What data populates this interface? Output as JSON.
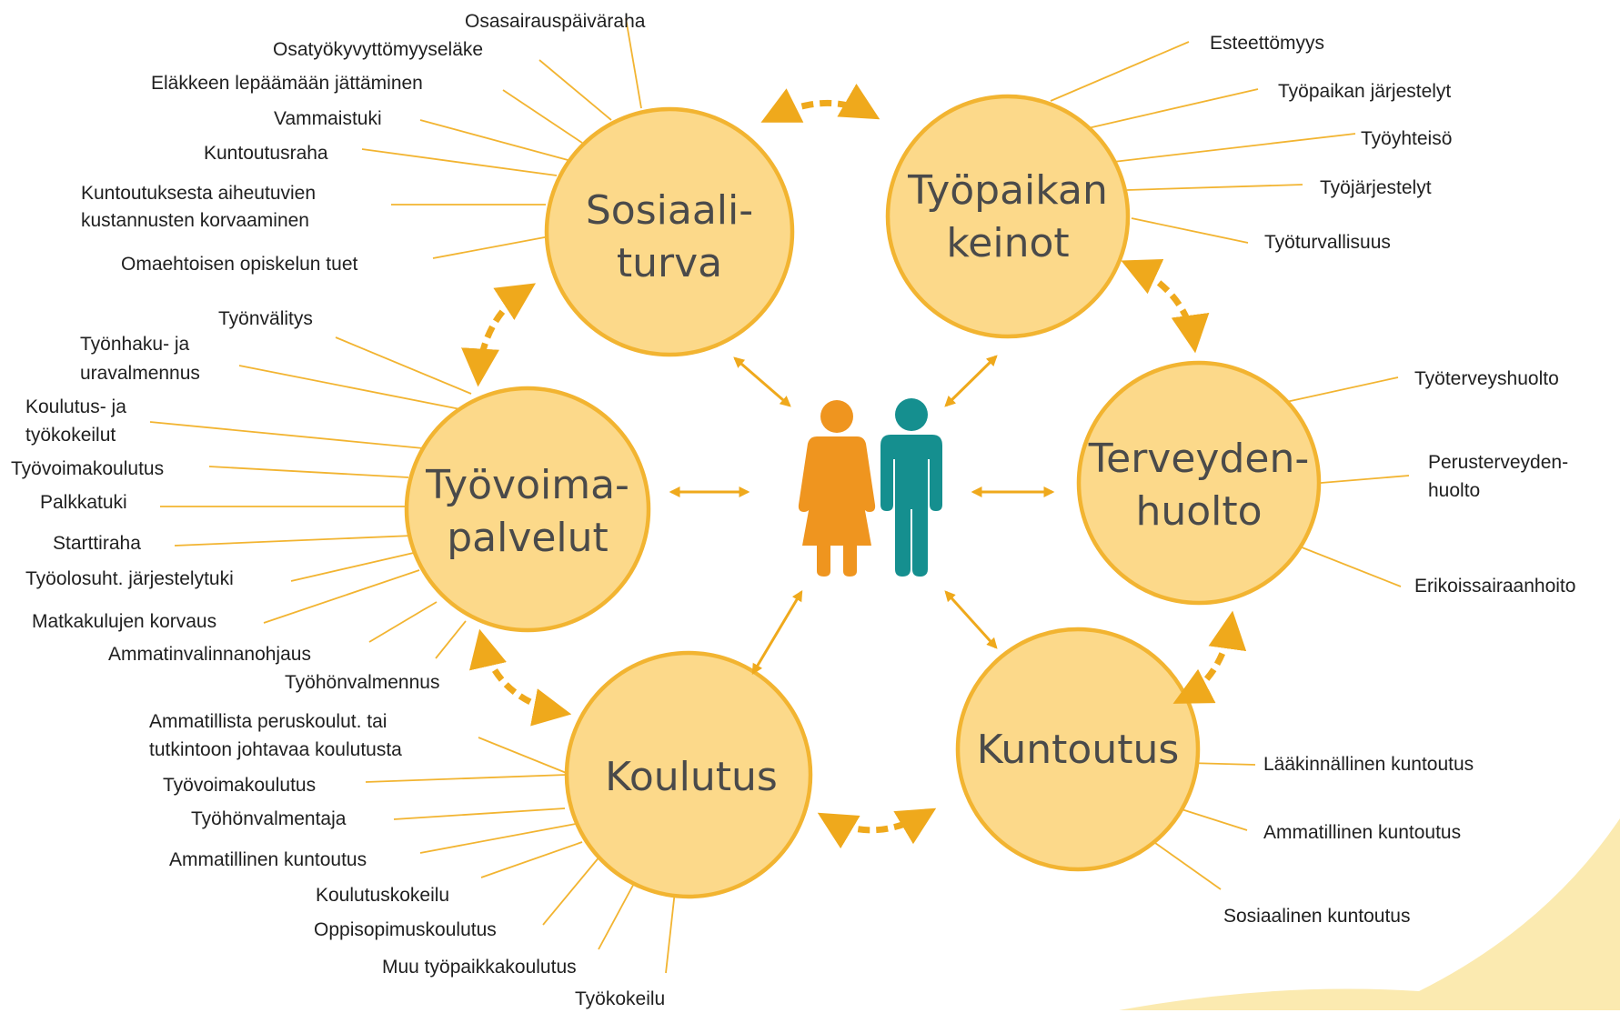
{
  "colors": {
    "circle_fill": "#FCD98A",
    "circle_stroke": "#F2B431",
    "connector": "#F2B431",
    "arrow": "#EFA91C",
    "woman": "#EF951F",
    "man": "#158F8F",
    "corner_accent": "#FBEAB0"
  },
  "hubs": {
    "sosiaaliturva": {
      "line1": "Sosiaali-",
      "line2": "turva"
    },
    "tyopaikan_keinot": {
      "line1": "Työpaikan",
      "line2": "keinot"
    },
    "tyovoimapalvelut": {
      "line1": "Työvoima-",
      "line2": "palvelut"
    },
    "terveydenhuolto": {
      "line1": "Terveyden-",
      "line2": "huolto"
    },
    "koulutus": {
      "line1": "Koulutus"
    },
    "kuntoutus": {
      "line1": "Kuntoutus"
    }
  },
  "labels": {
    "sosiaaliturva": {
      "osasairauspaivaraha": "Osasairauspäiväraha",
      "osatyokyvyttomyyselake": "Osatyökyvyttömyyseläke",
      "elakkeen_lepaamaan": "Eläkkeen lepäämään jättäminen",
      "vammaistuki": "Vammaistuki",
      "kuntoutusraha": "Kuntoutusraha",
      "kustannukset_1": "Kuntoutuksesta aiheutuvien",
      "kustannukset_2": "kustannusten korvaaminen",
      "omaehtoinen": "Omaehtoisen opiskelun tuet"
    },
    "tyopaikka": {
      "esteettomyys": "Esteettömyys",
      "tyopaikan_jarjestelyt": "Työpaikan järjestelyt",
      "tyoyhteiso": "Työyhteisö",
      "tyojarjestelyt": "Työjärjestelyt",
      "tyoturvallisuus": "Työturvallisuus"
    },
    "tyovoima": {
      "tyonvalitys": "Työnvälitys",
      "tyonhaku_1": "Työnhaku- ja",
      "tyonhaku_2": "uravalmennus",
      "koulutus_kokeilut_1": "Koulutus- ja",
      "koulutus_kokeilut_2": "työkokeilut",
      "tyovoimakoulutus": "Työvoimakoulutus",
      "palkkatuki": "Palkkatuki",
      "starttiraha": "Starttiraha",
      "tyoolosuhde": "Työolosuht. järjestelytuki",
      "matkakulut": "Matkakulujen korvaus",
      "ammatinvalinta": "Ammatinvalinnanohjaus",
      "tyohonvalmennus": "Työhönvalmennus"
    },
    "terveys": {
      "tyoterveyshuolto": "Työterveyshuolto",
      "perusterveys_1": "Perusterveyden-",
      "perusterveys_2": "huolto",
      "erikoissairaanhoito": "Erikoissairaanhoito"
    },
    "koulutus": {
      "ammatillista_1": "Ammatillista peruskoulut. tai",
      "ammatillista_2": "tutkintoon johtavaa koulutusta",
      "tyovoimakoulutus": "Työvoimakoulutus",
      "tyohonvalmentaja": "Työhönvalmentaja",
      "ammatillinen_kuntoutus": "Ammatillinen kuntoutus",
      "koulutuskokeilu": "Koulutuskokeilu",
      "oppisopimus": "Oppisopimuskoulutus",
      "muu_tyopaikka": "Muu työpaikkakoulutus",
      "tyokokeilu": "Työkokeilu"
    },
    "kuntoutus": {
      "laakinnallinen": "Lääkinnällinen kuntoutus",
      "ammatillinen": "Ammatillinen kuntoutus",
      "sosiaalinen": "Sosiaalinen kuntoutus"
    }
  }
}
